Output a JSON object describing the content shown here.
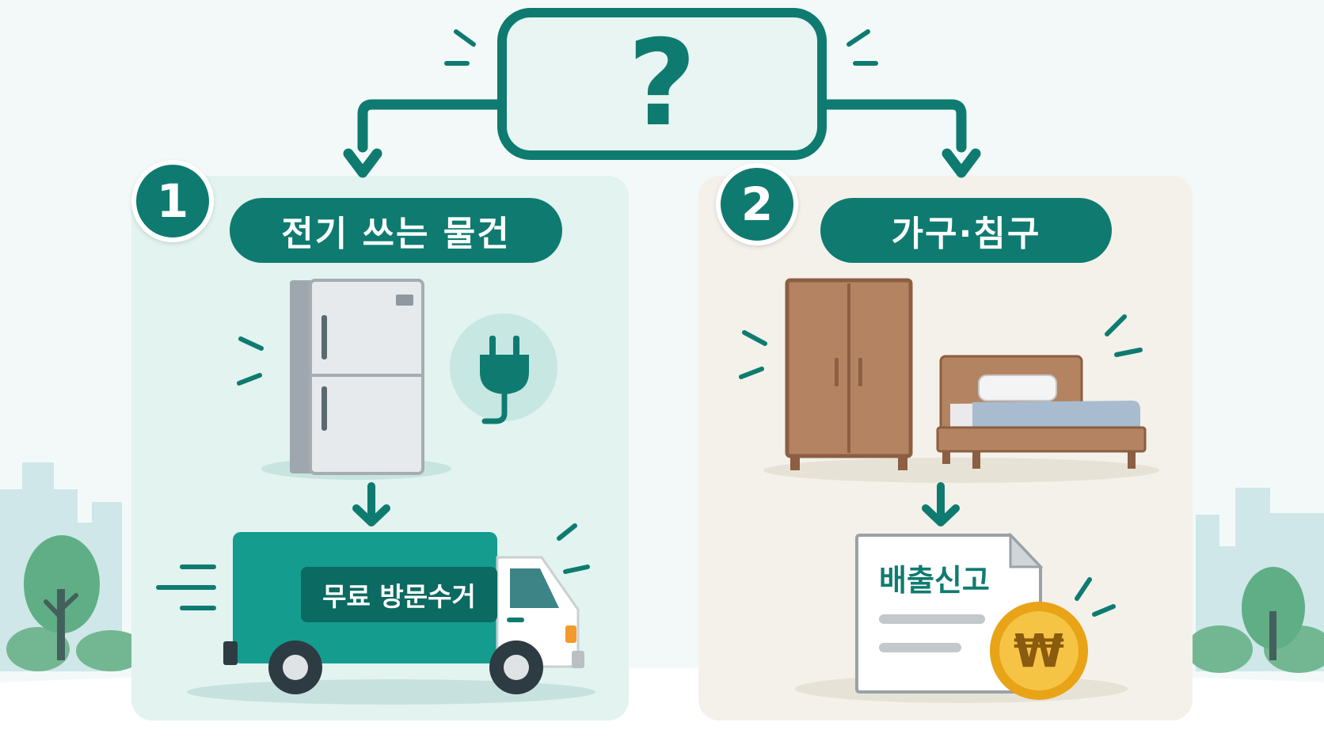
{
  "question": {
    "symbol": "?"
  },
  "options": [
    {
      "number": "1",
      "label": "전기 쓰는 물건",
      "result": "무료 방문수거"
    },
    {
      "number": "2",
      "label": "가구·침구",
      "result": "배출신고",
      "currency_symbol": "₩"
    }
  ],
  "colors": {
    "brand": "#0f7b70",
    "accent_gold": "#e8a317",
    "panel_left": "#e2f3f0",
    "panel_right": "#f3f1ea"
  },
  "icons": [
    "question-icon",
    "refrigerator-icon",
    "plug-icon",
    "truck-icon",
    "wardrobe-icon",
    "bed-icon",
    "document-icon",
    "won-coin-icon",
    "tree-icon",
    "building-icon"
  ]
}
